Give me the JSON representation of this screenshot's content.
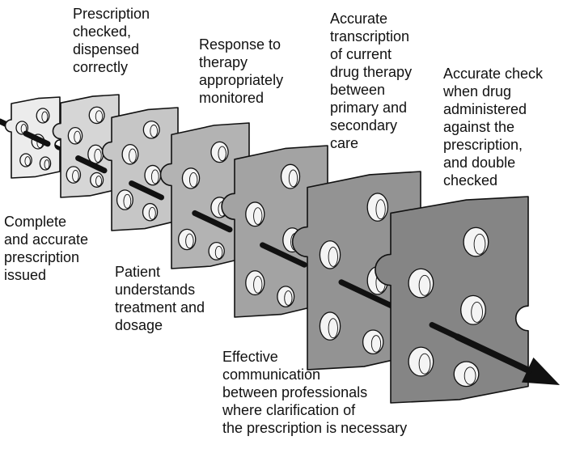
{
  "labels": {
    "prescription_checked": "Prescription\nchecked,\ndispensed\ncorrectly",
    "response_monitored": "Response to\ntherapy\nappropriately\nmonitored",
    "accurate_transcription": "Accurate\ntranscription\nof current\ndrug therapy\nbetween\nprimary and\nsecondary\ncare",
    "accurate_check": "Accurate check\nwhen drug\nadministered\nagainst the\nprescription,\nand double\nchecked",
    "complete_prescription": "Complete\nand accurate\nprescription\nissued",
    "patient_understands": "Patient\nunderstands\ntreatment and\ndosage",
    "effective_communication": "Effective\ncommunication\nbetween professionals\nwhere clarification of\nthe prescription is necessary"
  },
  "colors": {
    "slice_fills": [
      "#ececec",
      "#d6d6d6",
      "#c6c6c6",
      "#b3b3b3",
      "#a3a3a3",
      "#939393",
      "#858585"
    ],
    "outline": "#111111",
    "arrow": "#111111"
  },
  "arrow_direction": "left-to-right through all slices"
}
